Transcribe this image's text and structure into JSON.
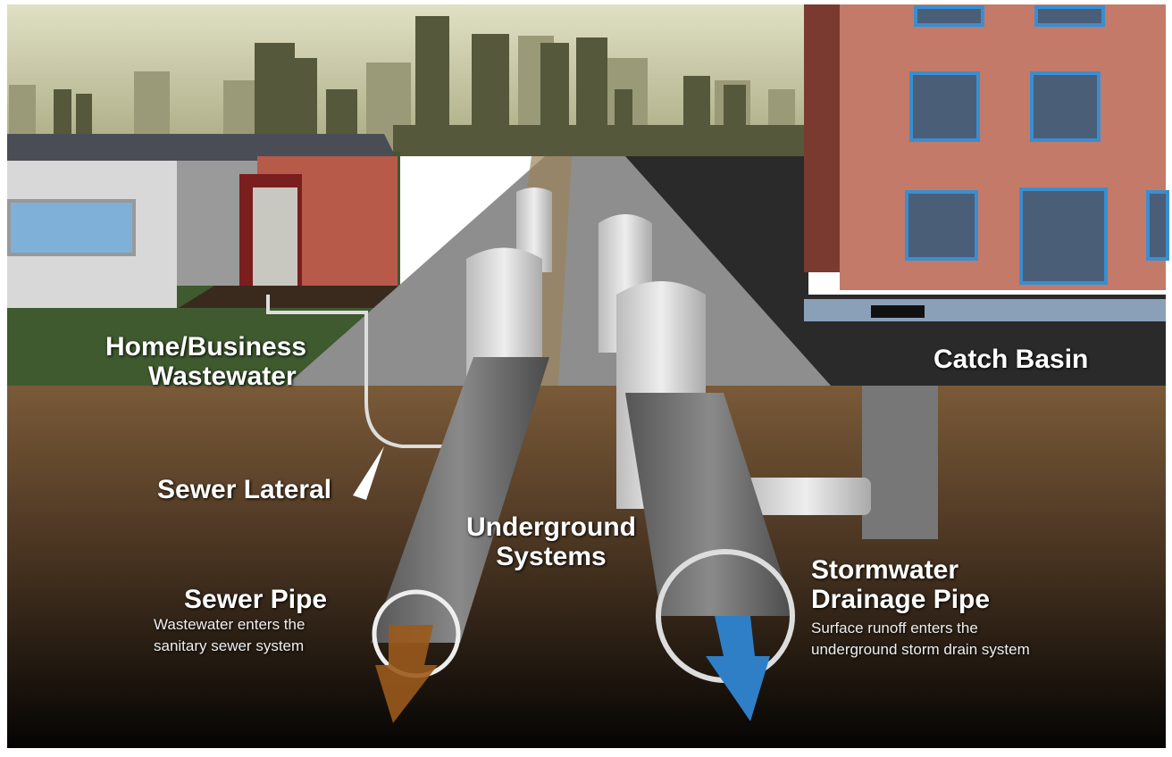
{
  "labels": {
    "home_business": [
      "Home/Business",
      "Wastewater"
    ],
    "catch_basin": "Catch Basin",
    "sewer_lateral": "Sewer Lateral",
    "underground": [
      "Underground",
      "Systems"
    ],
    "sewer_pipe": {
      "title": "Sewer Pipe",
      "desc": [
        "Wastewater enters the",
        "sanitary sewer system"
      ]
    },
    "storm_pipe": {
      "title": [
        "Stormwater",
        "Drainage Pipe"
      ],
      "desc": [
        "Surface runoff enters the",
        "underground storm drain system"
      ]
    }
  },
  "colors": {
    "sewer_flow": "#9a5a1c",
    "storm_flow": "#2f7fc6",
    "sky": "#c9c9a2",
    "ground": "#5a4026"
  }
}
